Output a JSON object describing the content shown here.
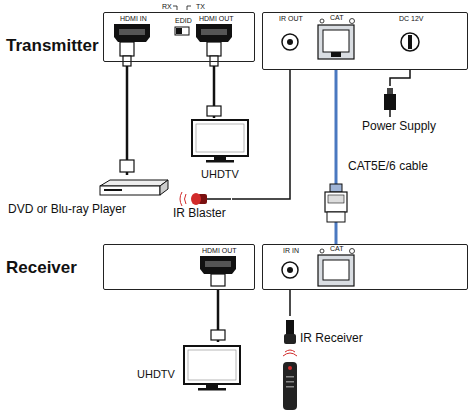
{
  "diagram": {
    "nodes": [
      {
        "text": [
          "Transmitter",
          "HDMI IN",
          "RX",
          "EDID",
          "TX",
          "HDMI OUT"
        ]
      },
      {
        "text": [
          "IR OUT",
          "CAT",
          "DC 12V"
        ]
      },
      {
        "text": [
          "UHDTV"
        ]
      },
      {
        "text": [
          "DVD or Blu-ray Player"
        ]
      },
      {
        "text": [
          "IR Blaster"
        ]
      },
      {
        "text": [
          "Power Supply"
        ]
      },
      {
        "text": [
          "Receiver",
          "HDMI OUT"
        ]
      },
      {
        "text": [
          "IR IN",
          "CAT"
        ]
      },
      {
        "text": [
          "UHDTV"
        ]
      },
      {
        "text": [
          "IR Receiver"
        ]
      }
    ],
    "edges": [
      {
        "from": 3,
        "to": 0,
        "arrow": "none"
      },
      {
        "from": 0,
        "to": 2,
        "arrow": "none"
      },
      {
        "from": 1,
        "to": 4,
        "arrow": "none"
      },
      {
        "from": 5,
        "to": 1,
        "arrow": "none"
      },
      {
        "from": 1,
        "to": 7,
        "label": "CAT5E/6 cable",
        "arrow": "none"
      },
      {
        "from": 6,
        "to": 8,
        "arrow": "none"
      },
      {
        "from": 7,
        "to": 9,
        "arrow": "none"
      }
    ]
  }
}
